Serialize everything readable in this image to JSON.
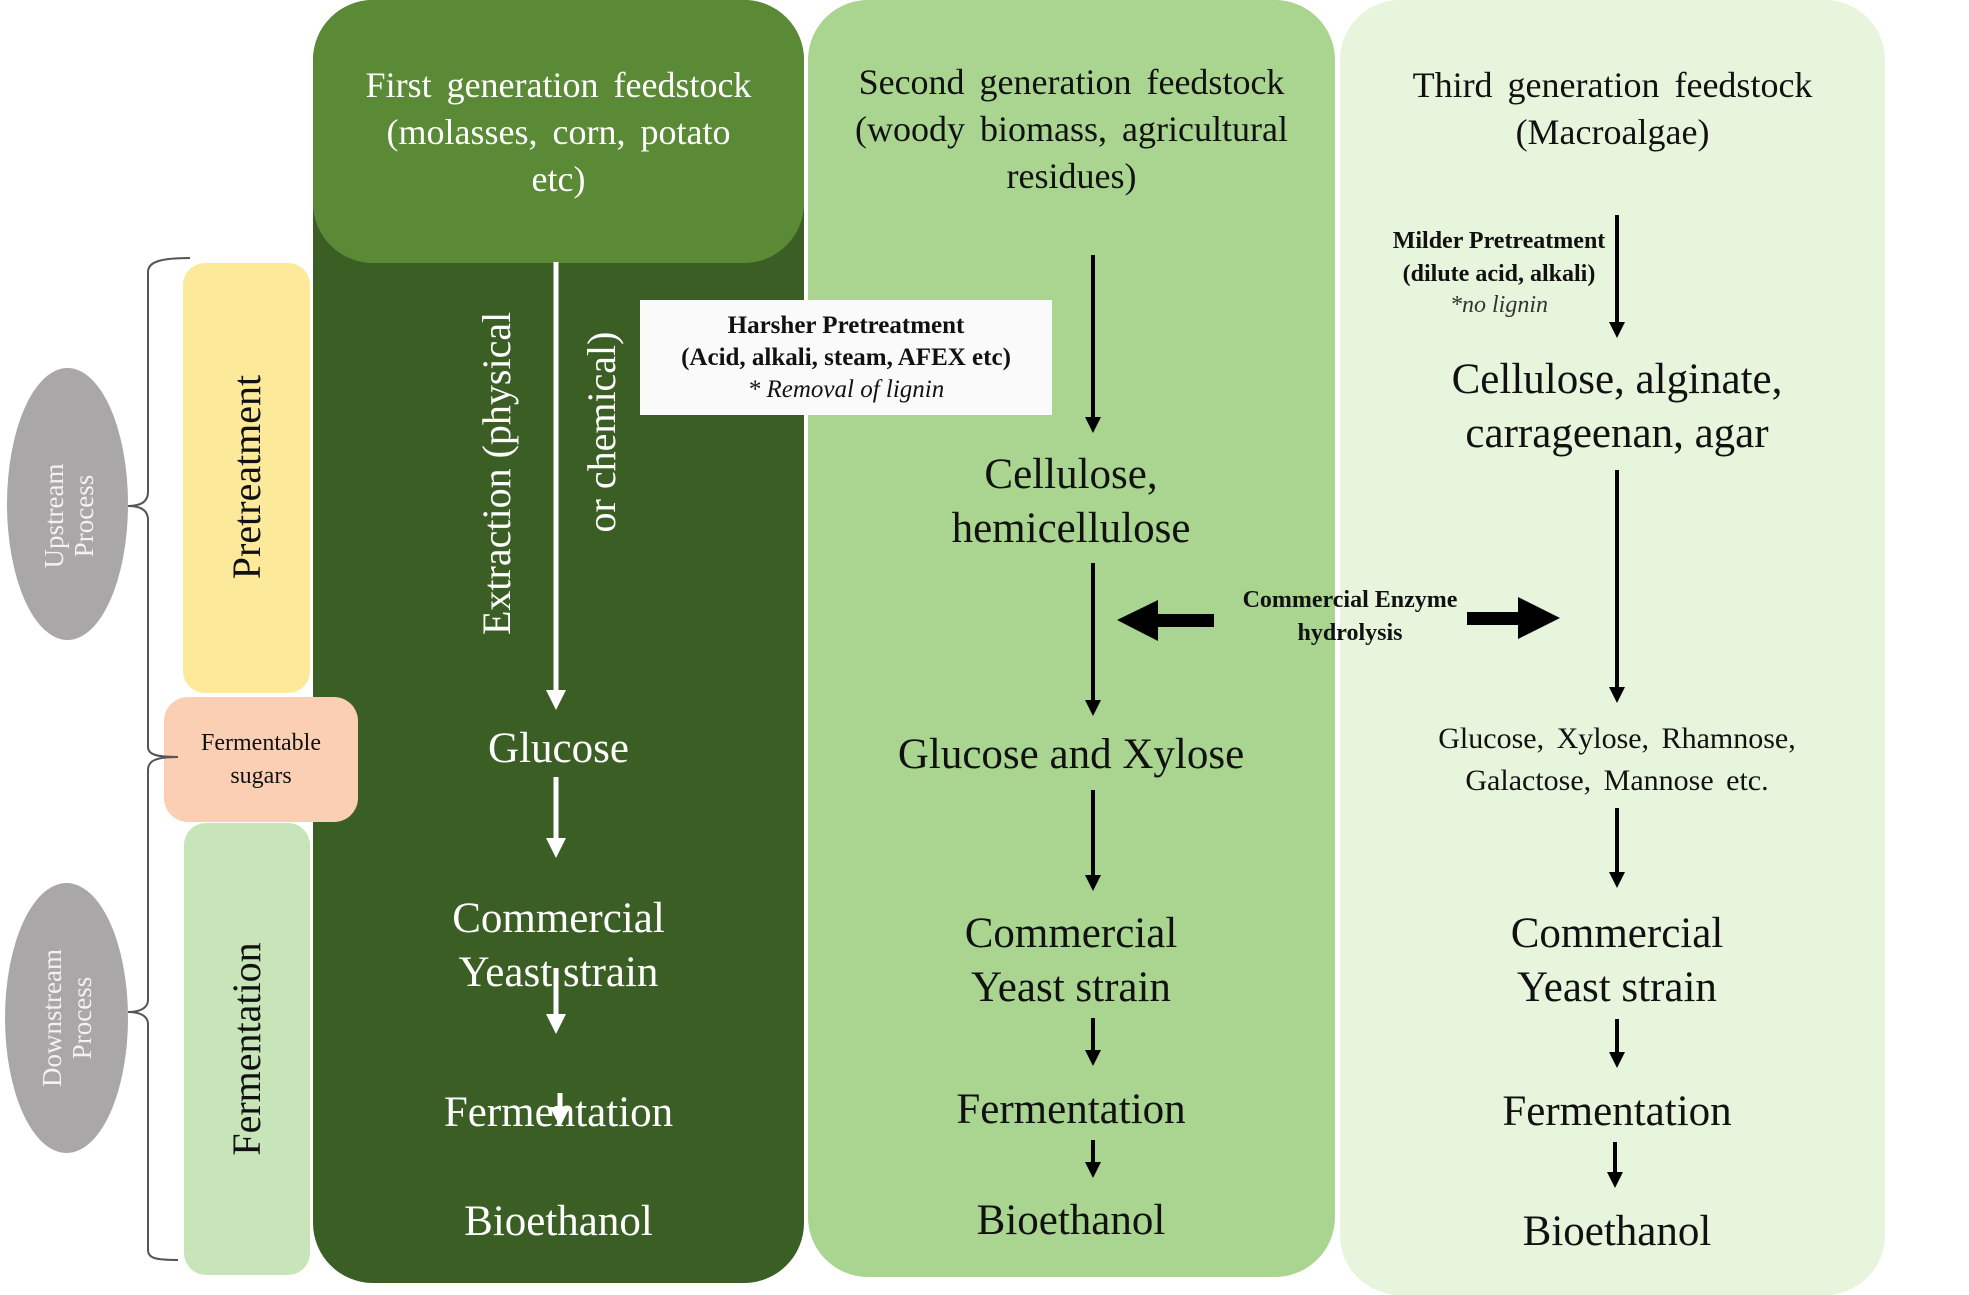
{
  "left_panel": {
    "upstream_label": [
      "Upstream",
      "Process"
    ],
    "downstream_label": [
      "Downstream",
      "Process"
    ],
    "stages": {
      "pretreatment": "Pretreatment",
      "fermentable_sugars": [
        "Fermentable",
        "sugars"
      ],
      "fermentation": "Fermentation"
    }
  },
  "columns": [
    {
      "title_lines": [
        "First generation feedstock",
        "(molasses, corn, potato",
        "etc)"
      ],
      "extraction_lines": [
        "Extraction (physical",
        "or chemical)"
      ],
      "sugars": [
        "Glucose"
      ],
      "yeast": [
        "Commercial",
        "Yeast strain"
      ],
      "fermentation": "Fermentation",
      "product": "Bioethanol",
      "bg_color": "#3b5e25",
      "header_color": "#5a8a36"
    },
    {
      "title_lines": [
        "Second generation feedstock",
        "(woody biomass, agricultural",
        "residues)"
      ],
      "pretreatment_box": {
        "title": "Harsher Pretreatment",
        "detail": "(Acid, alkali,  steam, AFEX etc)",
        "note": "* Removal of lignin"
      },
      "polymers": [
        "Cellulose,",
        "hemicellulose"
      ],
      "sugars": [
        "Glucose and Xylose"
      ],
      "yeast": [
        "Commercial",
        "Yeast strain"
      ],
      "fermentation": "Fermentation",
      "product": "Bioethanol",
      "bg_color": "#a9d590"
    },
    {
      "title_lines": [
        "Third generation feedstock",
        "(Macroalgae)"
      ],
      "pretreatment_box": {
        "title": "Milder Pretreatment",
        "detail": "(dilute acid, alkali)",
        "note": "*no lignin"
      },
      "polymers": [
        "Cellulose, alginate,",
        "carrageenan, agar"
      ],
      "sugars": [
        "Glucose,  Xylose,  Rhamnose,",
        "Galactose,  Mannose  etc."
      ],
      "yeast": [
        "Commercial",
        "Yeast strain"
      ],
      "fermentation": "Fermentation",
      "product": "Bioethanol",
      "bg_color": "#e6f5dc"
    }
  ],
  "enzyme_label": [
    "Commercial Enzyme",
    "hydrolysis"
  ],
  "colors": {
    "pretreatment_stage": "#fde99a",
    "sugars_stage": "#fbcfb3",
    "fermentation_stage": "#c7e5b8",
    "process_ellipse": "#a9a7a8"
  }
}
